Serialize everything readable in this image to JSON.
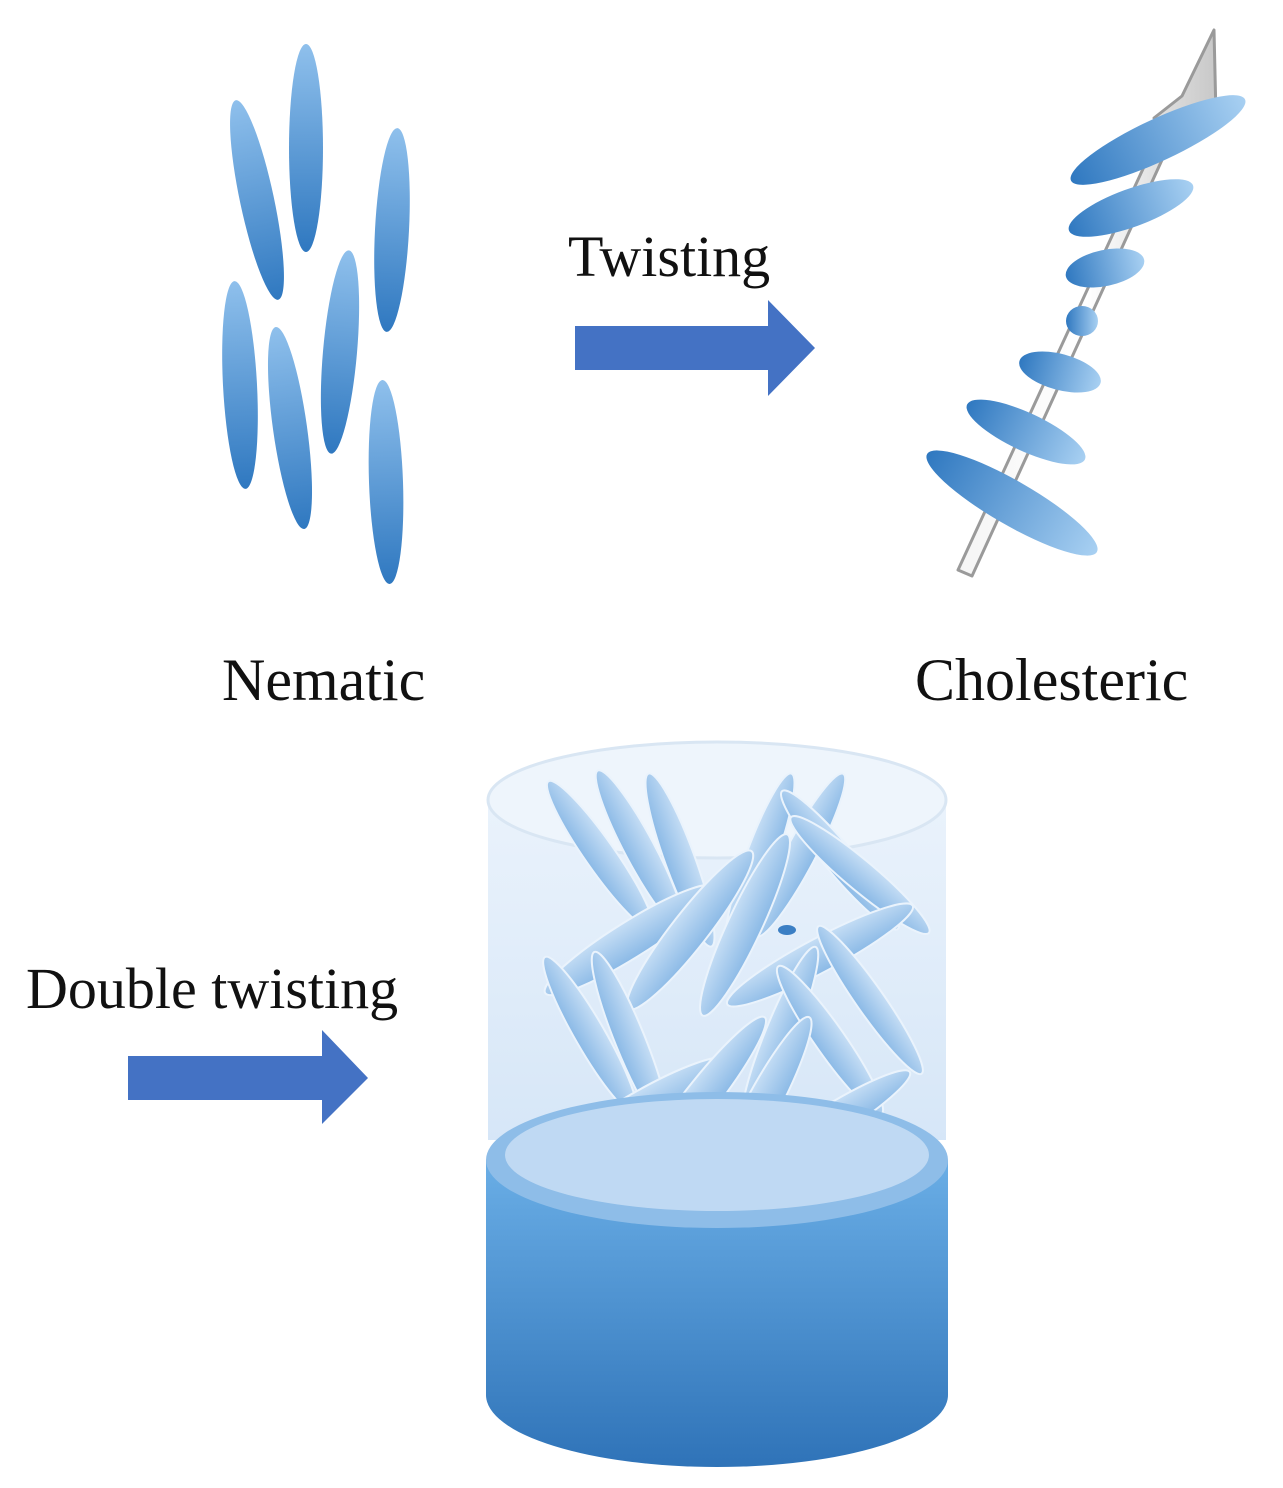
{
  "labels": {
    "twisting": "Twisting",
    "nematic": "Nematic",
    "cholesteric": "Cholesteric",
    "double_twisting": "Double twisting"
  },
  "colors": {
    "mesogen_light": "#8fc0ec",
    "mesogen_dark": "#2f78c0",
    "process_arrow": "#4472c4",
    "helical_axis": "#e6e6e6",
    "cylinder_glass": "#dbe9f8",
    "cylinder_base": "#4a8fd0"
  },
  "icons": {
    "process_arrow": "right-block-arrow",
    "helical_axis": "diagonal-arrow"
  }
}
